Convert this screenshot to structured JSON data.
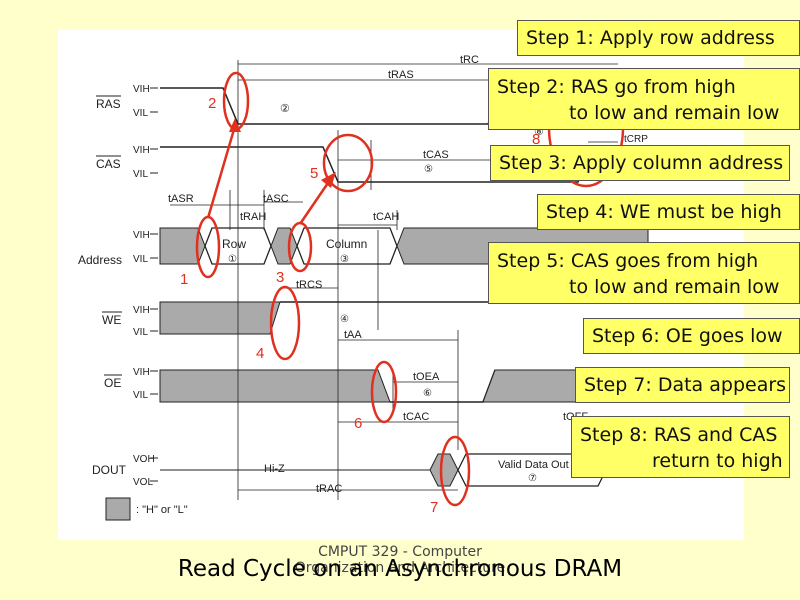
{
  "slide": {
    "title": "Read Cycle on an Asynchronous DRAM",
    "footer_line1": "CMPUT 329 - Computer",
    "footer_line2": "Organization and Architecture"
  },
  "signals": {
    "ras": "RAS",
    "cas": "CAS",
    "address": "Address",
    "we": "WE",
    "oe": "OE",
    "dout": "DOUT",
    "vih": "VIH",
    "vil": "VIL",
    "voh": "VOH",
    "vol": "VOL"
  },
  "timing_labels": {
    "trc": "tRC",
    "tras": "tRAS",
    "tcrp": "tCRP",
    "tcas": "tCAS",
    "tasr": "tASR",
    "tasc": "tASC",
    "trah": "tRAH",
    "tcah": "tCAH",
    "trcs": "tRCS",
    "taa": "tAA",
    "toea": "tOEA",
    "tcac": "tCAC",
    "toff": "tOFF",
    "trac": "tRAC"
  },
  "bus_labels": {
    "row": "Row",
    "column": "Column",
    "valid": "Valid Data Out",
    "hiz": "Hi-Z",
    "legend": ": \"H\" or \"L\""
  },
  "circled": {
    "c1": "①",
    "c2": "②",
    "c3": "③",
    "c4": "④",
    "c5": "⑤",
    "c6": "⑥",
    "c7": "⑦",
    "c8": "⑧"
  },
  "markers": {
    "m1": "1",
    "m2": "2",
    "m3": "3",
    "m4": "4",
    "m5": "5",
    "m6": "6",
    "m7": "7",
    "m8": "8"
  },
  "steps": {
    "s1": "Step 1: Apply row address",
    "s2a": "Step 2: RAS go from high",
    "s2b": "to low and remain low",
    "s3": "Step 3: Apply column address",
    "s4": "Step 4: WE must be high",
    "s5a": "Step 5: CAS goes from high",
    "s5b": "to low and remain low",
    "s6": "Step 6: OE goes low",
    "s7": "Step 7: Data appears",
    "s8a": "Step 8: RAS and CAS",
    "s8b": "return to high"
  },
  "colors": {
    "background": "#ffffcc",
    "callout": "#ffff66",
    "annotation": "#e0301e"
  }
}
